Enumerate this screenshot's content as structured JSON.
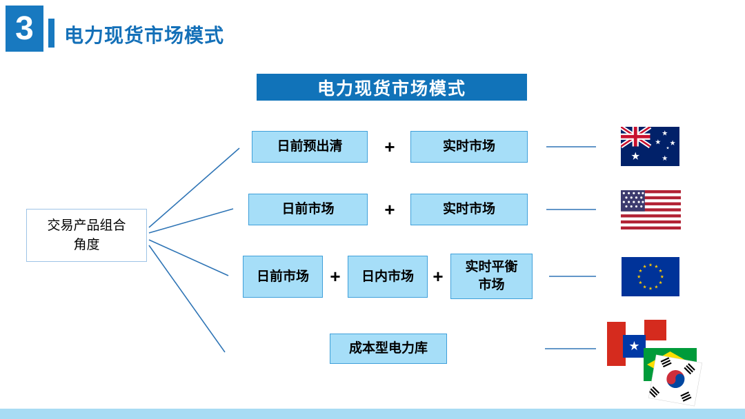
{
  "slide": {
    "number": "3",
    "header_title": "电力现货市场模式",
    "banner_title": "电力现货市场模式"
  },
  "left_box": {
    "text": "交易产品组合\n角度"
  },
  "plus": "+",
  "rows": [
    {
      "boxes": [
        "日前预出清",
        "实时市场"
      ],
      "flag": "australia"
    },
    {
      "boxes": [
        "日前市场",
        "实时市场"
      ],
      "flag": "usa"
    },
    {
      "boxes": [
        "日前市场",
        "日内市场",
        "实时平衡\n市场"
      ],
      "flag": "eu"
    },
    {
      "boxes": [
        "成本型电力库"
      ],
      "flag": "chile-brazil-korea"
    }
  ],
  "colors": {
    "primary_blue": "#1173B9",
    "header_blue": "#1879C0",
    "title_text_blue": "#1470B8",
    "box_fill": "#A6DEF8",
    "box_border": "#3E9FD9",
    "connector": "#2E74B5",
    "bottom_bar": "#A8DCF4"
  }
}
